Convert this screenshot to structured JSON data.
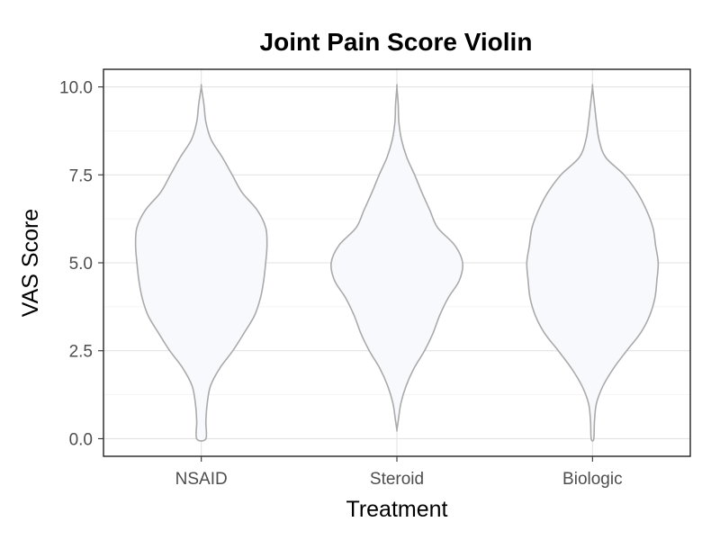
{
  "chart_data": {
    "type": "violin",
    "title": "Joint Pain Score Violin",
    "xlabel": "Treatment",
    "ylabel": "VAS Score",
    "categories": [
      "NSAID",
      "Steroid",
      "Biologic"
    ],
    "ylim": [
      -0.5,
      10.5
    ],
    "yticks": [
      0.0,
      2.5,
      5.0,
      7.5,
      10.0
    ],
    "ytick_labels": [
      "0.0",
      "2.5",
      "5.0",
      "7.5",
      "10.0"
    ],
    "grid": true,
    "fill_color": "#f8f9fd",
    "outline_color": "#aaaaaa",
    "violins": [
      {
        "category": "NSAID",
        "min": 0.0,
        "max": 10.0,
        "density_profile": [
          [
            0.0,
            0.07
          ],
          [
            0.5,
            0.07
          ],
          [
            1.0,
            0.09
          ],
          [
            1.5,
            0.14
          ],
          [
            2.0,
            0.28
          ],
          [
            2.5,
            0.48
          ],
          [
            3.0,
            0.65
          ],
          [
            3.5,
            0.81
          ],
          [
            4.0,
            0.9
          ],
          [
            4.5,
            0.95
          ],
          [
            5.0,
            0.98
          ],
          [
            5.5,
            1.0
          ],
          [
            6.0,
            0.98
          ],
          [
            6.5,
            0.85
          ],
          [
            7.0,
            0.62
          ],
          [
            7.5,
            0.47
          ],
          [
            8.0,
            0.32
          ],
          [
            8.5,
            0.15
          ],
          [
            9.0,
            0.07
          ],
          [
            9.5,
            0.04
          ],
          [
            10.0,
            0.0
          ]
        ]
      },
      {
        "category": "Steroid",
        "min": 0.25,
        "max": 10.0,
        "density_profile": [
          [
            0.25,
            0.0
          ],
          [
            0.5,
            0.02
          ],
          [
            1.0,
            0.06
          ],
          [
            1.5,
            0.14
          ],
          [
            2.0,
            0.26
          ],
          [
            2.5,
            0.42
          ],
          [
            3.0,
            0.55
          ],
          [
            3.5,
            0.65
          ],
          [
            4.0,
            0.78
          ],
          [
            4.5,
            0.95
          ],
          [
            5.0,
            1.0
          ],
          [
            5.5,
            0.88
          ],
          [
            6.0,
            0.62
          ],
          [
            6.5,
            0.5
          ],
          [
            7.0,
            0.38
          ],
          [
            7.5,
            0.27
          ],
          [
            8.0,
            0.15
          ],
          [
            8.5,
            0.07
          ],
          [
            9.0,
            0.03
          ],
          [
            9.5,
            0.02
          ],
          [
            10.0,
            0.0
          ]
        ]
      },
      {
        "category": "Biologic",
        "min": 0.0,
        "max": 10.0,
        "density_profile": [
          [
            0.0,
            0.02
          ],
          [
            0.5,
            0.03
          ],
          [
            1.0,
            0.06
          ],
          [
            1.5,
            0.16
          ],
          [
            2.0,
            0.32
          ],
          [
            2.5,
            0.52
          ],
          [
            3.0,
            0.73
          ],
          [
            3.5,
            0.87
          ],
          [
            4.0,
            0.95
          ],
          [
            4.5,
            0.98
          ],
          [
            5.0,
            1.0
          ],
          [
            5.5,
            0.96
          ],
          [
            6.0,
            0.92
          ],
          [
            6.5,
            0.82
          ],
          [
            7.0,
            0.68
          ],
          [
            7.5,
            0.48
          ],
          [
            8.0,
            0.2
          ],
          [
            8.5,
            0.1
          ],
          [
            9.0,
            0.06
          ],
          [
            9.5,
            0.03
          ],
          [
            10.0,
            0.0
          ]
        ]
      }
    ]
  }
}
